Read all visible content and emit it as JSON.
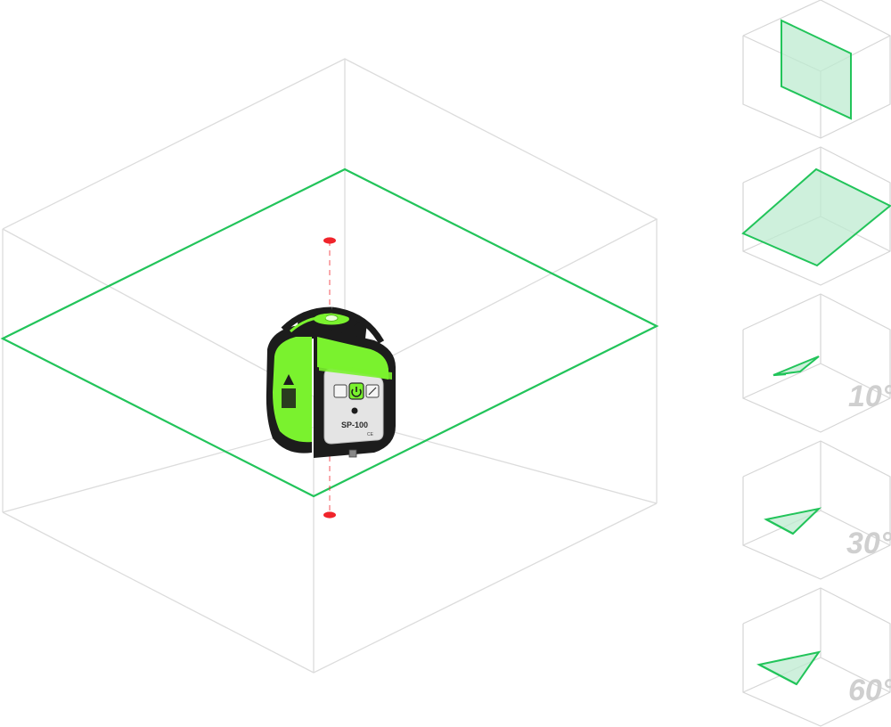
{
  "device": {
    "model_label": "SP-100",
    "ce_mark": "CE"
  },
  "thumbnails": [
    {
      "mode": "vertical-plane",
      "angle_label": ""
    },
    {
      "mode": "horizontal-plane",
      "angle_label": ""
    },
    {
      "mode": "slope",
      "angle_label": "10°"
    },
    {
      "mode": "slope",
      "angle_label": "30°"
    },
    {
      "mode": "slope",
      "angle_label": "60°"
    }
  ],
  "colors": {
    "laser_green": "#22c45a",
    "plane_fill": "#bdebd0",
    "plumb_red": "#f0242b",
    "device_green": "#7af22e",
    "device_black": "#1c1c1c",
    "wireframe": "#dcdcdc"
  },
  "icons": [
    "laser-warning-icon",
    "power-icon",
    "mode-icon",
    "tilt-icon"
  ]
}
